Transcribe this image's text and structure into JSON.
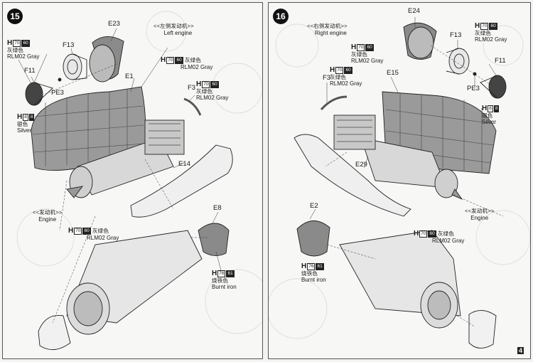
{
  "steps": [
    {
      "number": "15",
      "title_cn": "<<左侧发动机>>",
      "title_en": "Left engine",
      "engine_cn": "<<发动机>>",
      "engine_en": "Engine",
      "parts": [
        "E23",
        "F13",
        "F11",
        "PE3",
        "E1",
        "F3",
        "E14",
        "E8"
      ],
      "paints": [
        {
          "code": "H",
          "num1": "70",
          "num2": "60",
          "cn": "灰绿色",
          "en": "RLM02 Gray"
        },
        {
          "code": "H",
          "num1": "70",
          "num2": "60",
          "cn": "灰绿色",
          "en": "RLM02 Gray"
        },
        {
          "code": "H",
          "num1": "70",
          "num2": "60",
          "cn": "灰绿色",
          "en": "RLM02 Gray"
        },
        {
          "code": "H",
          "num1": "8",
          "num2": "8",
          "cn": "银色",
          "en": "Silver"
        },
        {
          "code": "H",
          "num1": "70",
          "num2": "60",
          "cn": "灰绿色",
          "en": "RLM02 Gray"
        },
        {
          "code": "H",
          "num1": "76",
          "num2": "61",
          "cn": "烧铁色",
          "en": "Burnt iron"
        }
      ]
    },
    {
      "number": "16",
      "title_cn": "<<右侧发动机>>",
      "title_en": "Right engine",
      "engine_cn": "<<发动机>>",
      "engine_en": "Engine",
      "parts": [
        "E24",
        "F13",
        "F11",
        "PE3",
        "F3",
        "E15",
        "E29",
        "E2"
      ],
      "paints": [
        {
          "code": "H",
          "num1": "70",
          "num2": "60",
          "cn": "灰绿色",
          "en": "RLM02 Gray"
        },
        {
          "code": "H",
          "num1": "70",
          "num2": "60",
          "cn": "灰绿色",
          "en": "RLM02 Gray"
        },
        {
          "code": "H",
          "num1": "70",
          "num2": "60",
          "cn": "灰绿色",
          "en": "RLM02 Gray"
        },
        {
          "code": "H",
          "num1": "8",
          "num2": "8",
          "cn": "银色",
          "en": "Silver"
        },
        {
          "code": "H",
          "num1": "70",
          "num2": "60",
          "cn": "灰绿色",
          "en": "RLM02 Gray"
        },
        {
          "code": "H",
          "num1": "76",
          "num2": "61",
          "cn": "烧铁色",
          "en": "Burnt iron"
        }
      ]
    }
  ],
  "page_number": "4"
}
